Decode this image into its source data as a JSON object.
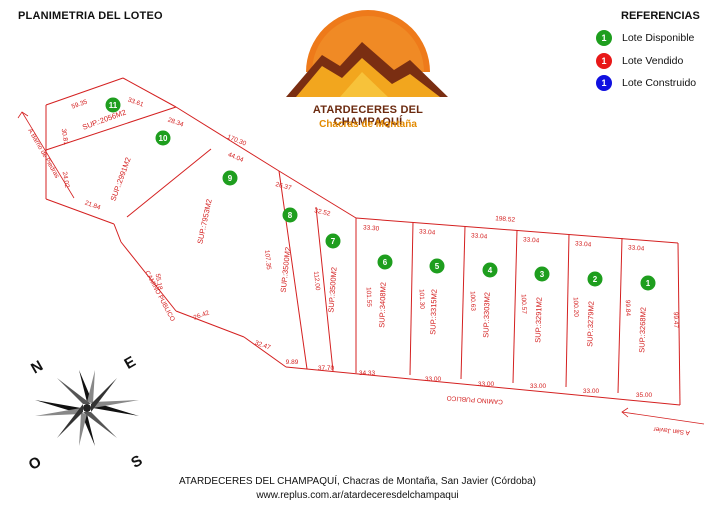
{
  "header": {
    "title": "PLANIMETRIA DEL LOTEO"
  },
  "brand": {
    "name": "ATARDECERES DEL CHAMPAQUÍ",
    "tagline": "Chacras de Montaña"
  },
  "legend": {
    "title": "REFERENCIAS",
    "items": [
      {
        "label": "Lote Disponible",
        "badge": "1",
        "color": "#1e9e1e"
      },
      {
        "label": "Lote Vendido",
        "badge": "1",
        "color": "#e81818"
      },
      {
        "label": "Lote Construido",
        "badge": "1",
        "color": "#1010e0"
      }
    ]
  },
  "colors": {
    "line": "#d42020",
    "text": "#d42020",
    "available": "#1e9e1e"
  },
  "roads": [
    {
      "label": "CAMINO PUBLICO"
    },
    {
      "label": "CAMINO PUBLICO"
    },
    {
      "label": "A Barrio de Piedras"
    },
    {
      "label": "A San Javier"
    }
  ],
  "lots": [
    {
      "number": "11",
      "area": "SUP.:2056M2",
      "status": "available"
    },
    {
      "number": "10",
      "area": "SUP.:2991M2",
      "status": "available"
    },
    {
      "number": "9",
      "area": "SUP.:7953M2",
      "status": "available"
    },
    {
      "number": "8",
      "area": "SUP.:3500M2",
      "status": "available"
    },
    {
      "number": "7",
      "area": "SUP.:3500M2",
      "status": "available"
    },
    {
      "number": "6",
      "area": "SUP.:3408M2",
      "status": "available"
    },
    {
      "number": "5",
      "area": "SUP.:3315M2",
      "status": "available"
    },
    {
      "number": "4",
      "area": "SUP.:3303M2",
      "status": "available"
    },
    {
      "number": "3",
      "area": "SUP.:3291M2",
      "status": "available"
    },
    {
      "number": "2",
      "area": "SUP.:3279M2",
      "status": "available"
    },
    {
      "number": "1",
      "area": "SUP.:3268M2",
      "status": "available"
    }
  ],
  "dimensions": [
    "59.35",
    "33.61",
    "30.81",
    "28.34",
    "170.30",
    "24.02",
    "44.04",
    "21.84",
    "26.37",
    "32.52",
    "198.52",
    "33.30",
    "33.04",
    "33.04",
    "33.04",
    "33.04",
    "33.04",
    "55.18",
    "107.35",
    "112.00",
    "101.55",
    "101.30",
    "100.63",
    "100.57",
    "100.20",
    "99.84",
    "99.47",
    "26.42",
    "32.47",
    "9.89",
    "37.70",
    "34.33",
    "33.00",
    "33.00",
    "33.00",
    "33.00",
    "35.00"
  ],
  "compass": {
    "n": "N",
    "e": "E",
    "s": "S",
    "o": "O"
  },
  "footer": {
    "line1": "ATARDECERES DEL CHAMPAQUÍ, Chacras de Montaña, San Javier (Córdoba)",
    "line2": "www.replus.com.ar/atardeceresdelchampaqui"
  }
}
